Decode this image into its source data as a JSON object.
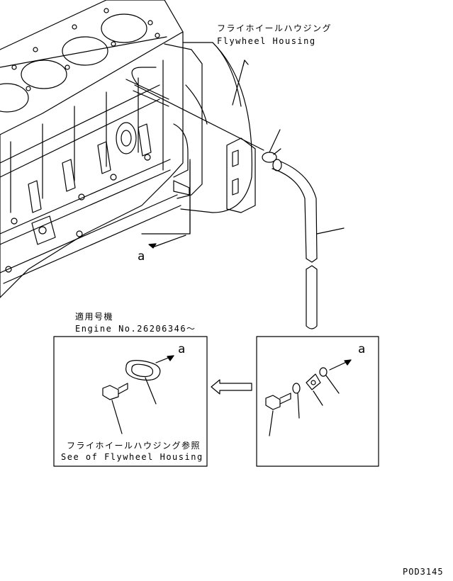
{
  "labels": {
    "flywheel_housing_jp": "フライホイールハウジング",
    "flywheel_housing_en": "Flywheel Housing",
    "applicable_jp": "適用号機",
    "engine_no": "Engine No.26206346～",
    "see_ref_jp": "フライホイールハウジング参照",
    "see_ref_en": "See of Flywheel Housing",
    "callout_a_main": "a",
    "callout_a_left": "a",
    "callout_a_right": "a",
    "drawing_code": "POD3145"
  },
  "colors": {
    "line": "#000000",
    "background": "#ffffff"
  },
  "icons": {
    "replacement_arrow": "hollow-left-arrow"
  }
}
